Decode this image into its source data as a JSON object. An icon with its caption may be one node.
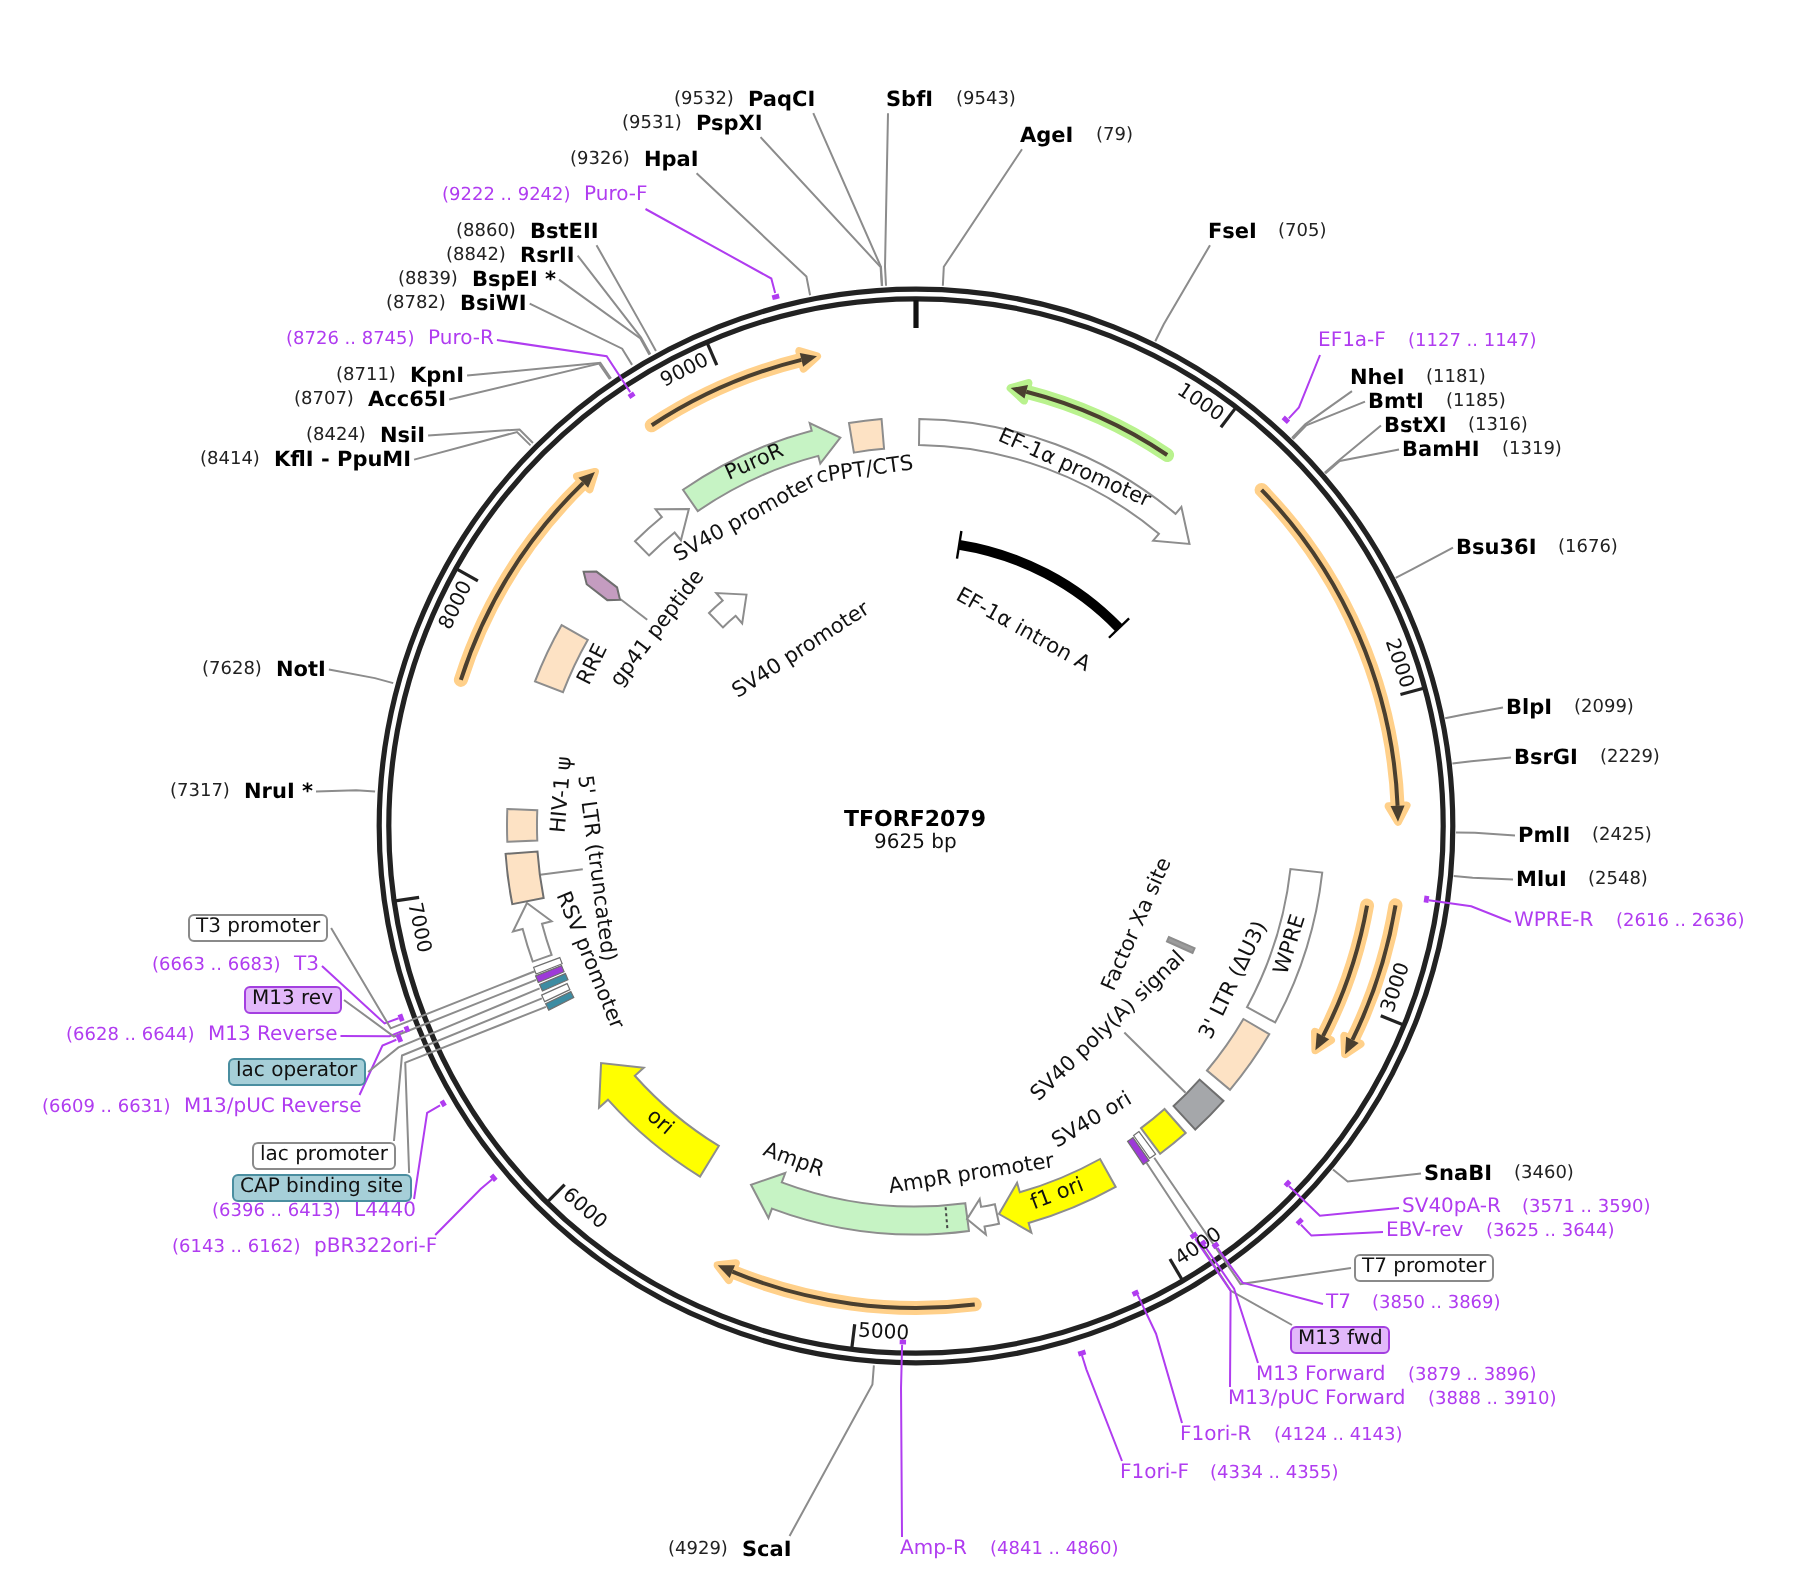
{
  "diagram": {
    "nodes": [
      {
        "text": [
          "TFORF2079",
          "9625 bp"
        ]
      },
      {
        "text": [
          "PuroR"
        ],
        "in": 0
      },
      {
        "text": [
          "cPPT/CTS"
        ],
        "in": 0
      },
      {
        "text": [
          "EF-1α promoter"
        ],
        "in": 0
      },
      {
        "text": [
          "EF-1α intron A"
        ],
        "in": 0
      },
      {
        "text": [
          "SV40 promoter"
        ],
        "in": 0
      },
      {
        "text": [
          "SV40 promoter"
        ],
        "in": 0
      },
      {
        "text": [
          "gp41 peptide"
        ],
        "in": 0
      },
      {
        "text": [],
        "shape": "hexagon",
        "in": 0
      },
      {
        "text": [
          "RRE"
        ],
        "in": 0
      },
      {
        "text": [
          "HIV-1 ψ"
        ],
        "in": 0
      },
      {
        "text": [
          "5' LTR (truncated)"
        ],
        "in": 0
      },
      {
        "text": [],
        "shape": "box",
        "in": 0
      },
      {
        "text": [
          "RSV promoter"
        ],
        "in": 0
      },
      {
        "text": [],
        "shape": "bar",
        "in": 0
      },
      {
        "text": [],
        "shape": "bar",
        "in": 0
      },
      {
        "text": [],
        "shape": "bar",
        "in": 0
      },
      {
        "text": [],
        "shape": "bar",
        "in": 0
      },
      {
        "text": [],
        "shape": "bar",
        "in": 0
      },
      {
        "text": [
          "ori"
        ],
        "in": 0
      },
      {
        "text": [
          "AmpR"
        ],
        "in": 0
      },
      {
        "text": [
          "AmpR promoter"
        ],
        "in": 0
      },
      {
        "text": [
          "f1 ori"
        ],
        "in": 0
      },
      {
        "text": [
          "SV40 ori"
        ],
        "in": 0
      },
      {
        "text": [
          "SV40 poly(A) signal"
        ],
        "in": 0
      },
      {
        "text": [],
        "shape": "box",
        "in": 0
      },
      {
        "text": [
          "3' LTR (ΔU3)"
        ],
        "in": 0
      },
      {
        "text": [
          "WPRE"
        ],
        "in": 0
      },
      {
        "text": [
          "Factor Xa site"
        ],
        "in": 0
      },
      {
        "text": [],
        "shape": "bar",
        "in": 0
      },
      {
        "text": [],
        "shape": "bar",
        "in": 0
      },
      {
        "text": [
          "SbfI",
          "(9543)"
        ]
      },
      {
        "text": [
          "AgeI",
          "(79)"
        ]
      },
      {
        "text": [
          "FseI",
          "(705)"
        ]
      },
      {
        "text": [
          "EF1a-F",
          "(1127 .. 1147)"
        ]
      },
      {
        "text": [],
        "shape": "bar"
      },
      {
        "text": [
          "NheI",
          "(1181)"
        ]
      },
      {
        "text": [
          "BmtI",
          "(1185)"
        ]
      },
      {
        "text": [
          "BstXI",
          "(1316)"
        ]
      },
      {
        "text": [
          "BamHI",
          "(1319)"
        ]
      },
      {
        "text": [
          "Bsu36I",
          "(1676)"
        ]
      },
      {
        "text": [
          "BlpI",
          "(2099)"
        ]
      },
      {
        "text": [
          "BsrGI",
          "(2229)"
        ]
      },
      {
        "text": [
          "PmlI",
          "(2425)"
        ]
      },
      {
        "text": [
          "MluI",
          "(2548)"
        ]
      },
      {
        "text": [
          "WPRE-R",
          "(2616 .. 2636)"
        ]
      },
      {
        "text": [],
        "shape": "bar",
        "in": 0
      },
      {
        "text": [
          "SnaBI",
          "(3460)"
        ]
      },
      {
        "text": [
          "SV40pA-R",
          "(3571 .. 3590)"
        ]
      },
      {
        "text": [],
        "shape": "bar",
        "in": 0
      },
      {
        "text": [
          "EBV-rev",
          "(3625 .. 3644)"
        ]
      },
      {
        "text": [],
        "shape": "bar"
      },
      {
        "text": [
          "T7 promoter"
        ]
      },
      {
        "text": [
          "T7",
          "(3850 .. 3869)"
        ]
      },
      {
        "text": [],
        "shape": "bar",
        "in": 0
      },
      {
        "text": [
          "M13 fwd"
        ]
      },
      {
        "text": [
          "M13 Forward",
          "(3879 .. 3896)"
        ]
      },
      {
        "text": [],
        "shape": "bar",
        "in": 0
      },
      {
        "text": [
          "M13/pUC Forward",
          "(3888 .. 3910)"
        ]
      },
      {
        "text": [],
        "shape": "bar",
        "in": 0
      },
      {
        "text": [
          "F1ori-R",
          "(4124 .. 4143)"
        ]
      },
      {
        "text": [],
        "shape": "bar",
        "in": 0
      },
      {
        "text": [
          "F1ori-F",
          "(4334 .. 4355)"
        ]
      },
      {
        "text": [],
        "shape": "bar"
      },
      {
        "text": [
          "Amp-R",
          "(4841 .. 4860)"
        ]
      },
      {
        "text": [],
        "shape": "bar",
        "in": 0
      },
      {
        "text": [
          "(4929)",
          "ScaI"
        ]
      },
      {
        "text": [
          "(6143 .. 6162)",
          "pBR322ori-F"
        ]
      },
      {
        "text": [],
        "shape": "bar"
      },
      {
        "text": [
          "(6396 .. 6413)",
          "L4440"
        ]
      },
      {
        "text": [],
        "shape": "bar"
      },
      {
        "text": [
          "CAP binding site"
        ]
      },
      {
        "text": [
          "lac promoter"
        ]
      },
      {
        "text": [
          "(6609 .. 6631)",
          "M13/pUC Reverse"
        ]
      },
      {
        "text": [],
        "shape": "bar"
      },
      {
        "text": [
          "lac operator"
        ]
      },
      {
        "text": [
          "(6628 .. 6644)",
          "M13 Reverse"
        ]
      },
      {
        "text": [],
        "shape": "bar"
      },
      {
        "text": [
          "M13 rev"
        ]
      },
      {
        "text": [
          "(6663 .. 6683)",
          "T3"
        ]
      },
      {
        "text": [],
        "shape": "bar"
      },
      {
        "text": [
          "T3 promoter"
        ]
      },
      {
        "text": [
          "(7317)",
          "NruI *"
        ]
      },
      {
        "text": [
          "(7628)",
          "NotI"
        ]
      },
      {
        "text": [
          "(8414)",
          "KflI - PpuMI"
        ]
      },
      {
        "text": [
          "(8424)",
          "NsiI"
        ]
      },
      {
        "text": [
          "(8707)",
          "Acc65I"
        ]
      },
      {
        "text": [
          "(8711)",
          "KpnI"
        ]
      },
      {
        "text": [
          "(8726 .. 8745)",
          "Puro-R"
        ]
      },
      {
        "text": [],
        "shape": "bar",
        "in": 0
      },
      {
        "text": [
          "(8782)",
          "BsiWI"
        ]
      },
      {
        "text": [
          "(8839)",
          "BspEI *"
        ]
      },
      {
        "text": [
          "(8842)",
          "RsrII"
        ]
      },
      {
        "text": [
          "(8860)",
          "BstEII"
        ]
      },
      {
        "text": [
          "(9222 .. 9242)",
          "Puro-F"
        ]
      },
      {
        "text": [],
        "shape": "bar"
      },
      {
        "text": [
          "(9326)",
          "HpaI"
        ]
      },
      {
        "text": [
          "(9531)",
          "PspXI"
        ]
      },
      {
        "text": [
          "(9532)",
          "PaqCI"
        ]
      }
    ],
    "edges": [
      {
        "from": 7,
        "to": 8,
        "arrow": "none"
      },
      {
        "from": 11,
        "to": 12,
        "arrow": "none"
      },
      {
        "from": 24,
        "to": 25,
        "arrow": "none"
      },
      {
        "from": 31,
        "to": 0,
        "arrow": "none"
      },
      {
        "from": 32,
        "to": 0,
        "arrow": "none"
      },
      {
        "from": 33,
        "to": 0,
        "arrow": "none"
      },
      {
        "from": 34,
        "to": 35,
        "arrow": "none",
        "color": "#b03cf0"
      },
      {
        "from": 36,
        "to": 0,
        "arrow": "none"
      },
      {
        "from": 37,
        "to": 0,
        "arrow": "none"
      },
      {
        "from": 38,
        "to": 0,
        "arrow": "none"
      },
      {
        "from": 39,
        "to": 0,
        "arrow": "none"
      },
      {
        "from": 40,
        "to": 0,
        "arrow": "none"
      },
      {
        "from": 41,
        "to": 0,
        "arrow": "none"
      },
      {
        "from": 42,
        "to": 0,
        "arrow": "none"
      },
      {
        "from": 43,
        "to": 0,
        "arrow": "none"
      },
      {
        "from": 44,
        "to": 0,
        "arrow": "none"
      },
      {
        "from": 45,
        "to": 46,
        "arrow": "none",
        "color": "#b03cf0"
      },
      {
        "from": 47,
        "to": 0,
        "arrow": "none"
      },
      {
        "from": 48,
        "to": 49,
        "arrow": "none",
        "color": "#b03cf0"
      },
      {
        "from": 50,
        "to": 51,
        "arrow": "none",
        "color": "#b03cf0"
      },
      {
        "from": 52,
        "to": 29,
        "arrow": "none"
      },
      {
        "from": 53,
        "to": 54,
        "arrow": "none",
        "color": "#b03cf0"
      },
      {
        "from": 55,
        "to": 30,
        "arrow": "none"
      },
      {
        "from": 56,
        "to": 57,
        "arrow": "none",
        "color": "#b03cf0"
      },
      {
        "from": 58,
        "to": 59,
        "arrow": "none",
        "color": "#b03cf0"
      },
      {
        "from": 60,
        "to": 61,
        "arrow": "none",
        "color": "#b03cf0"
      },
      {
        "from": 62,
        "to": 63,
        "arrow": "none",
        "color": "#b03cf0"
      },
      {
        "from": 64,
        "to": 65,
        "arrow": "none",
        "color": "#b03cf0"
      },
      {
        "from": 66,
        "to": 0,
        "arrow": "none"
      },
      {
        "from": 67,
        "to": 68,
        "arrow": "none",
        "color": "#b03cf0"
      },
      {
        "from": 69,
        "to": 70,
        "arrow": "none",
        "color": "#b03cf0"
      },
      {
        "from": 71,
        "to": 18,
        "arrow": "none"
      },
      {
        "from": 72,
        "to": 17,
        "arrow": "none"
      },
      {
        "from": 73,
        "to": 74,
        "arrow": "none",
        "color": "#b03cf0"
      },
      {
        "from": 75,
        "to": 16,
        "arrow": "none"
      },
      {
        "from": 76,
        "to": 77,
        "arrow": "none",
        "color": "#b03cf0"
      },
      {
        "from": 78,
        "to": 15,
        "arrow": "none"
      },
      {
        "from": 79,
        "to": 80,
        "arrow": "none",
        "color": "#b03cf0"
      },
      {
        "from": 81,
        "to": 14,
        "arrow": "none"
      },
      {
        "from": 82,
        "to": 0,
        "arrow": "none"
      },
      {
        "from": 83,
        "to": 0,
        "arrow": "none"
      },
      {
        "from": 84,
        "to": 0,
        "arrow": "none"
      },
      {
        "from": 85,
        "to": 0,
        "arrow": "none"
      },
      {
        "from": 86,
        "to": 0,
        "arrow": "none"
      },
      {
        "from": 87,
        "to": 0,
        "arrow": "none"
      },
      {
        "from": 88,
        "to": 89,
        "arrow": "none",
        "color": "#b03cf0"
      },
      {
        "from": 90,
        "to": 0,
        "arrow": "none"
      },
      {
        "from": 91,
        "to": 0,
        "arrow": "none"
      },
      {
        "from": 92,
        "to": 0,
        "arrow": "none"
      },
      {
        "from": 93,
        "to": 0,
        "arrow": "none"
      },
      {
        "from": 94,
        "to": 95,
        "arrow": "none",
        "color": "#b03cf0"
      },
      {
        "from": 96,
        "to": 0,
        "arrow": "none"
      },
      {
        "from": 97,
        "to": 0,
        "arrow": "none"
      },
      {
        "from": 98,
        "to": 0,
        "arrow": "none"
      }
    ],
    "labels": [
      "1000",
      "2000",
      "3000",
      "4000",
      "5000",
      "6000",
      "7000",
      "8000",
      "9000"
    ]
  }
}
